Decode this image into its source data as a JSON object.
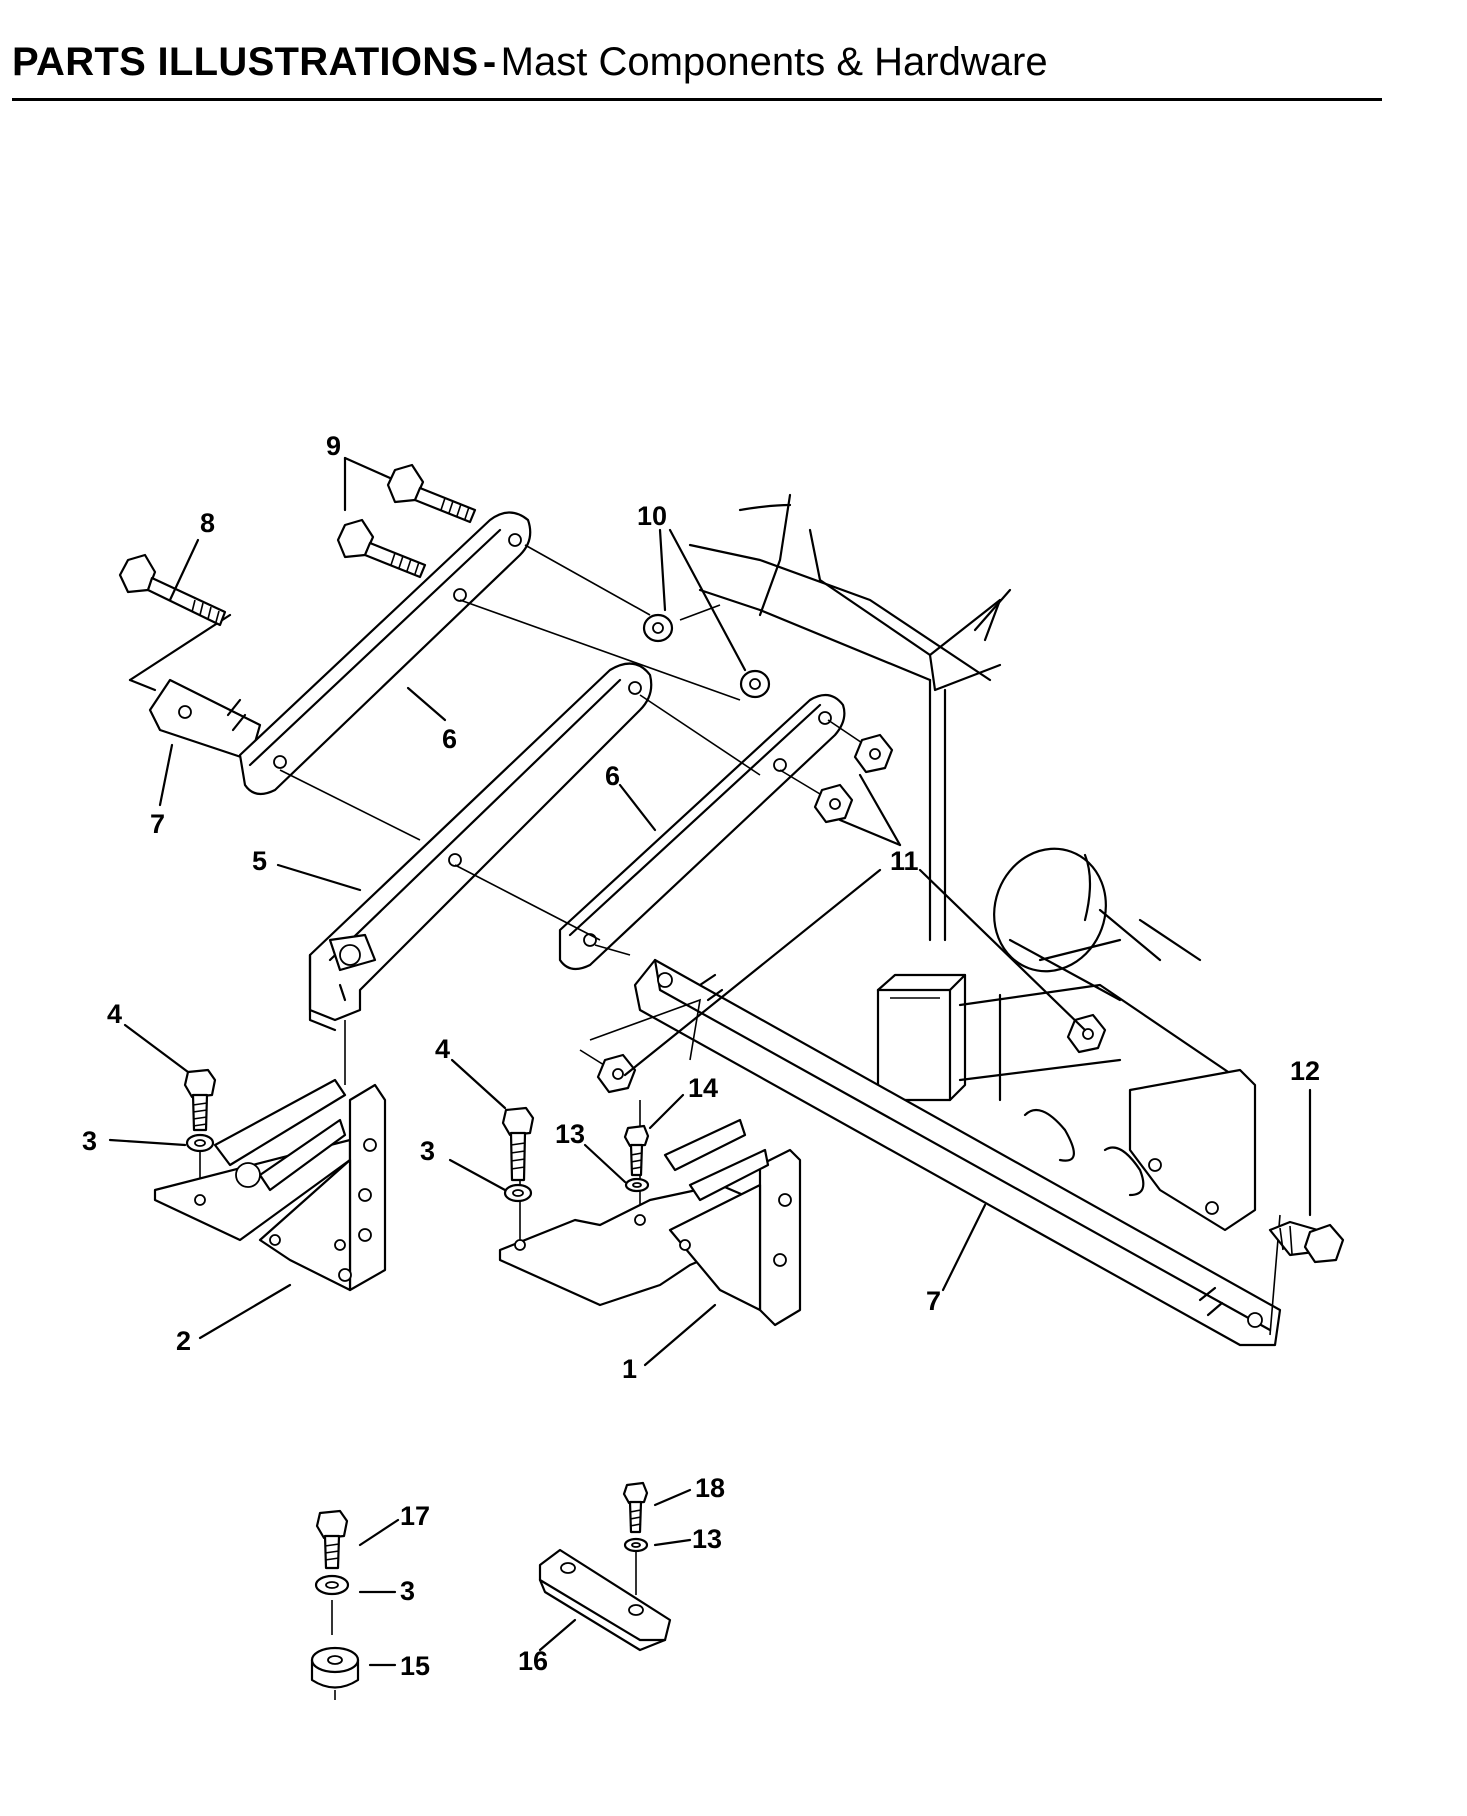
{
  "header": {
    "title_bold": "PARTS ILLUSTRATIONS",
    "separator": "-",
    "title_rest": "Mast Components & Hardware"
  },
  "callouts": {
    "c1": "1",
    "c2": "2",
    "c3a": "3",
    "c3b": "3",
    "c3c": "3",
    "c4a": "4",
    "c4b": "4",
    "c5": "5",
    "c6a": "6",
    "c6b": "6",
    "c7a": "7",
    "c7b": "7",
    "c8": "8",
    "c9": "9",
    "c10": "10",
    "c11": "11",
    "c12": "12",
    "c13a": "13",
    "c13b": "13",
    "c14": "14",
    "c15": "15",
    "c16": "16",
    "c17": "17",
    "c18": "18"
  }
}
